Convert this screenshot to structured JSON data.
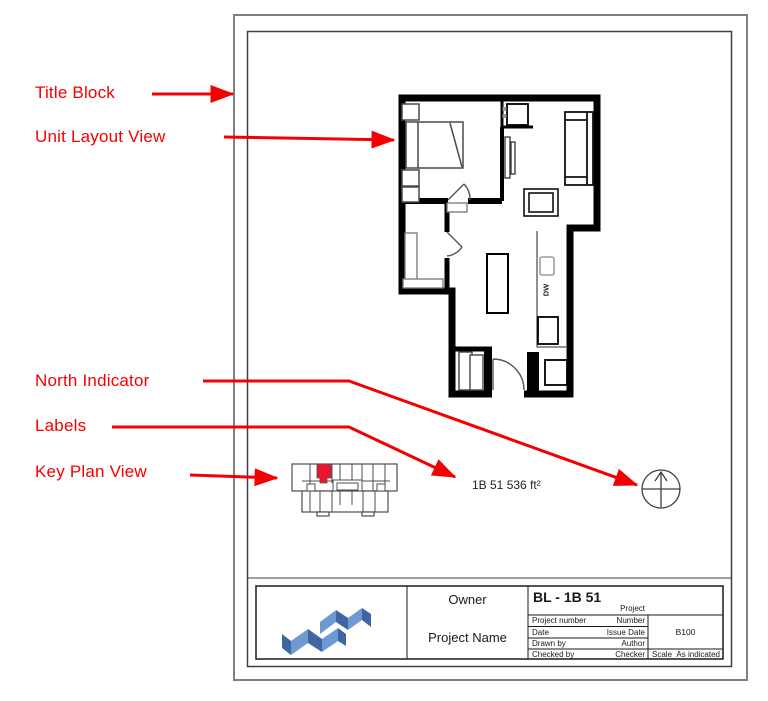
{
  "annotations": {
    "title_block": "Title Block",
    "unit_layout_view": "Unit Layout View",
    "north_indicator": "North Indicator",
    "labels": "Labels",
    "key_plan_view": "Key Plan View"
  },
  "drawing": {
    "unit_area_label": "1B 51 536 ft²",
    "dishwasher_label": "DW"
  },
  "title_block": {
    "owner": "Owner",
    "project_name": "Project Name",
    "sheet_title": "BL - 1B 51",
    "project_value_overflow": "Project",
    "rows": [
      {
        "label": "Project number",
        "value": "Number"
      },
      {
        "label": "Date",
        "value": "Issue Date"
      },
      {
        "label": "Drawn by",
        "value": "Author"
      },
      {
        "label": "Checked by",
        "value": "Checker"
      }
    ],
    "sheet_number": "B100",
    "scale_label": "Scale",
    "scale_value": "As indicated"
  },
  "colors": {
    "annotation_red": "#f40000",
    "keyplan_highlight": "#ee1430",
    "logo_blue_dark": "#3f66a0",
    "logo_blue_light": "#6e9ad1"
  }
}
